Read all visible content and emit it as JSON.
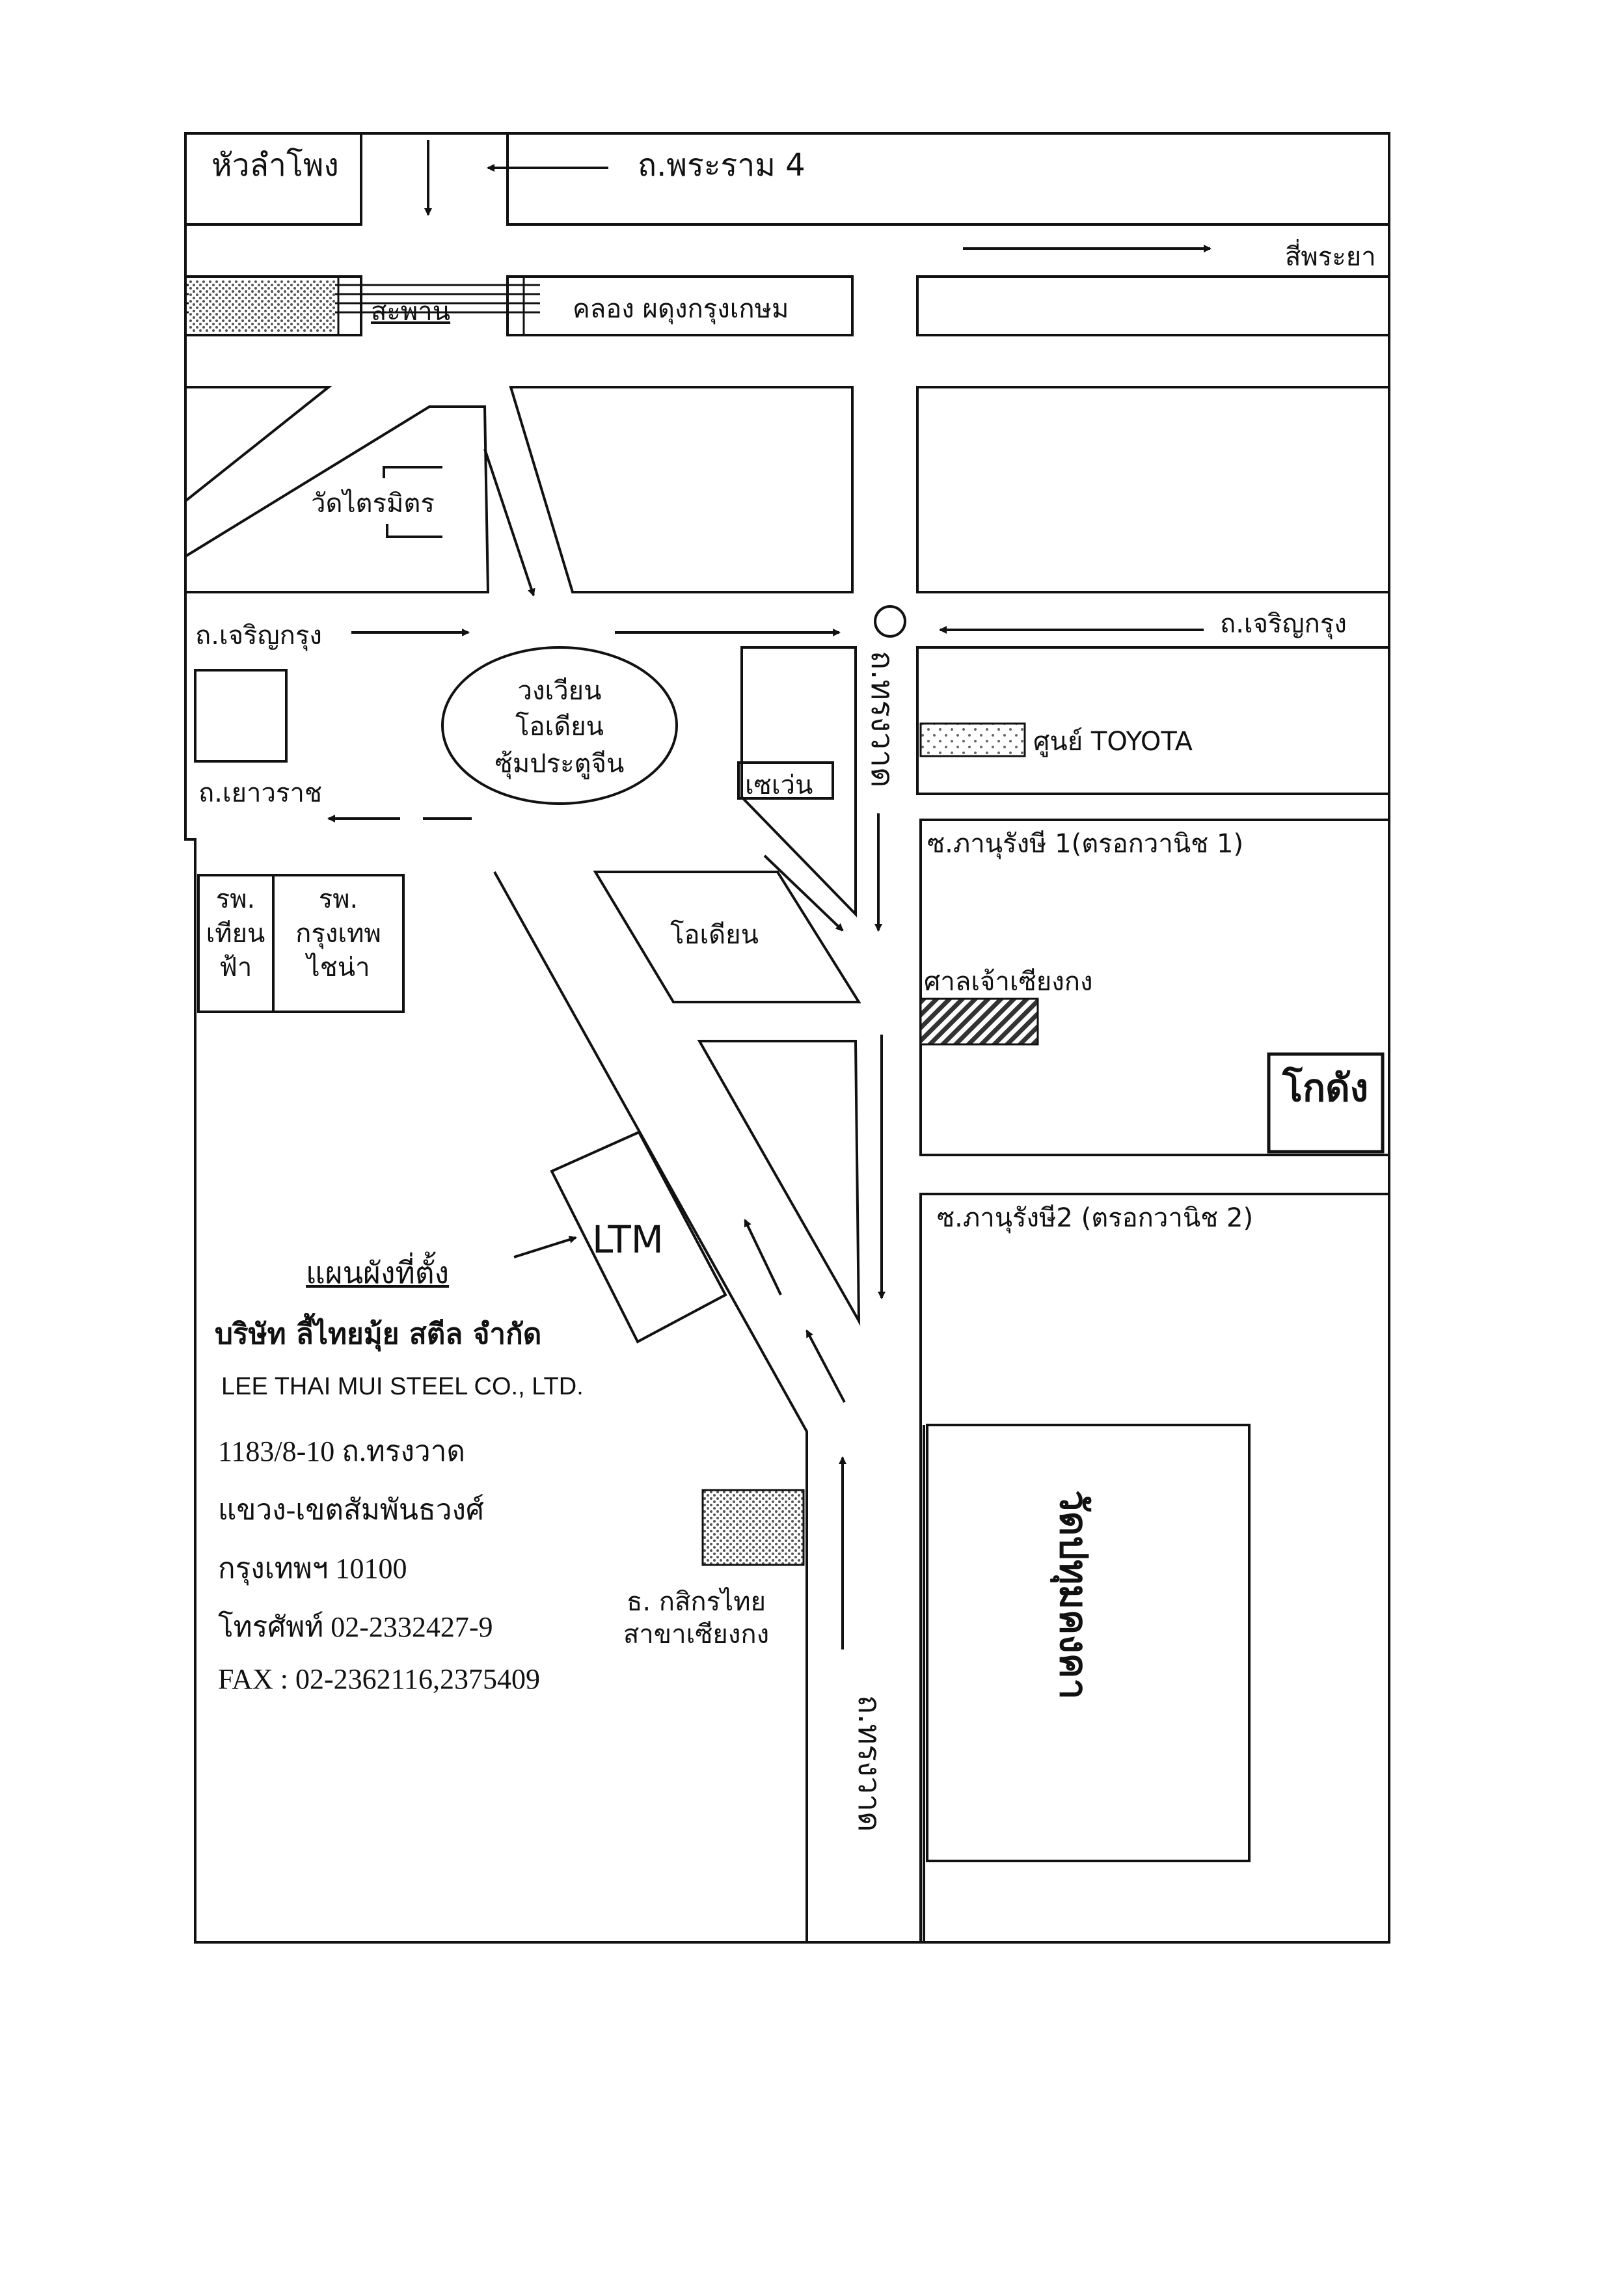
{
  "map": {
    "roads": {
      "rama4": "ถ.พระราม 4",
      "to_si_phraya": "สี่พระยา",
      "bridge": "สะพาน",
      "canal": "คลอง ผดุงกรุงเกษม",
      "charoen_krung_left": "ถ.เจริญกรุง",
      "charoen_krung_right": "ถ.เจริญกรุง",
      "yaowarat": "ถ.เยาวราช",
      "song_wat_upper": "ถ.ทรงวาด",
      "song_wat_lower": "ถ.ทรงวาด",
      "soi_phanurangsi_1": "ซ.ภานุรังษี 1(ตรอกวานิช 1)",
      "soi_phanurangsi_2": "ซ.ภานุรังษี2 (ตรอกวานิช 2)"
    },
    "places": {
      "hua_lamphong": "หัวลำโพง",
      "wat_traimit": "วัดไตรมิตร",
      "circle_line1": "วงเวียน",
      "circle_line2": "โอเดียน",
      "circle_line3": "ซุ้มประตูจีน",
      "seven_eleven": "เซเว่น",
      "toyota": "ศูนย์ TOYOTA",
      "hosp_tian_fa_1": "รพ.",
      "hosp_tian_fa_2": "เทียน",
      "hosp_tian_fa_3": "ฟ้า",
      "hosp_bkk_china_1": "รพ.",
      "hosp_bkk_china_2": "กรุงเทพ",
      "hosp_bkk_china_3": "ไชน่า",
      "odeon": "โอเดียน",
      "shrine": "ศาลเจ้าเซียงกง",
      "warehouse": "โกดัง",
      "ltm": "LTM",
      "bank_line1": "ธ. กสิกรไทย",
      "bank_line2": "สาขาเซียงกง",
      "wat_pathum": "วัดปทุมคงคา"
    }
  },
  "info": {
    "title": "แผนผังที่ตั้ง",
    "company_th": "บริษัท ลี้ไทยมุ้ย สตีล จำกัด",
    "company_en": "LEE THAI MUI STEEL CO., LTD.",
    "address1": "1183/8-10 ถ.ทรงวาด",
    "address2": "แขวง-เขตสัมพันธวงศ์",
    "address3": "กรุงเทพฯ 10100",
    "phone": "โทรศัพท์ 02-2332427-9",
    "fax": "FAX : 02-2362116,2375409"
  }
}
